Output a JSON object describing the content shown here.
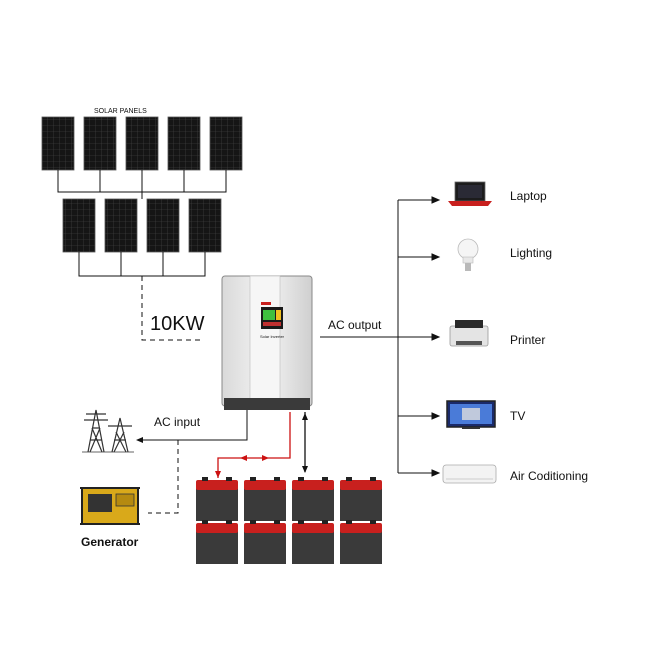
{
  "title": "SOLAR PANELS",
  "power": "10KW",
  "ac_output": "AC output",
  "ac_input": "AC input",
  "generator": "Generator",
  "inverter_label": "Solar Inverter",
  "loads": [
    {
      "label": "Laptop",
      "icon": "laptop-icon"
    },
    {
      "label": "Lighting",
      "icon": "light-bulb-icon"
    },
    {
      "label": "Printer",
      "icon": "printer-icon"
    },
    {
      "label": "TV",
      "icon": "tv-icon"
    },
    {
      "label": "Air Coditioning",
      "icon": "air-conditioner-icon"
    }
  ],
  "colors": {
    "line": "#111111",
    "battery_line": "#cc1111",
    "battery_top": "#c8201e",
    "battery_body": "#3a3a3a"
  }
}
